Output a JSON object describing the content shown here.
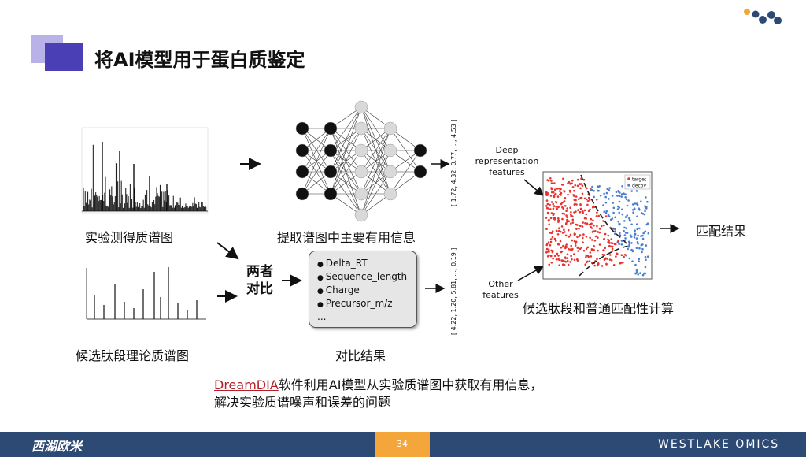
{
  "title": "将AI模型用于蛋白质鉴定",
  "labels": {
    "experimental_spectrum": "实验测得质谱图",
    "extract_info": "提取谱图中主要有用信息",
    "theoretical_spectrum": "候选肽段理论质谱图",
    "compare": "两者对比",
    "compare_result": "对比结果",
    "match_result": "匹配结果",
    "match_calc": "候选肽段和普通匹配性计算",
    "deep_features": "Deep representation features",
    "other_features": "Other features"
  },
  "feature_box": {
    "items": [
      "Delta_RT",
      "Sequence_length",
      "Charge",
      "Precursor_m/z"
    ],
    "ellipsis": "..."
  },
  "vectors": {
    "deep": "[ 1.72, 4.32, 0.77, ..., 4.53 ]",
    "other": "[ 4.22, 1.20, 5.81, ..., 0.19 ]"
  },
  "legend": {
    "target": "target",
    "decoy": "decoy"
  },
  "colors": {
    "target": "#e8322e",
    "decoy": "#4a7fd0",
    "accent": "#4b3fb6",
    "footer": "#2d4a74",
    "page_badge": "#f4a63a"
  },
  "conclusion": {
    "brand": "DreamDIA",
    "line1_rest": "软件利用AI模型从实验质谱图中获取有用信息，",
    "line2": "解决实验质谱噪声和误差的问题"
  },
  "footer": {
    "left": "西湖欧米",
    "page": "34",
    "right": "WESTLAKE OMICS"
  }
}
